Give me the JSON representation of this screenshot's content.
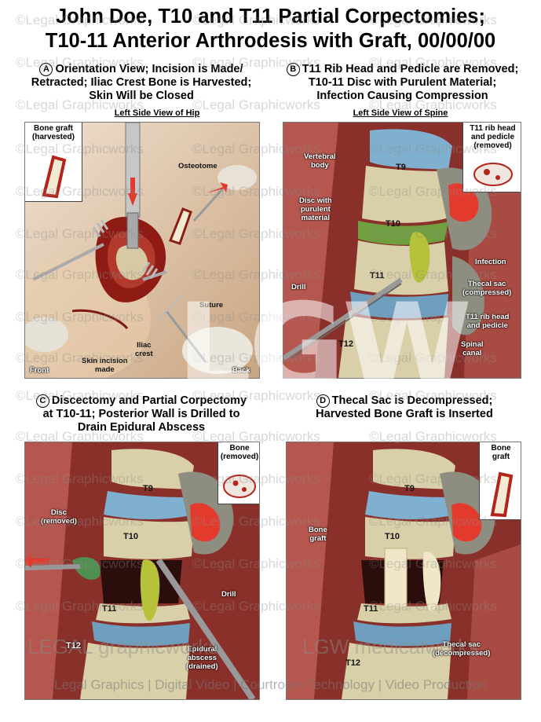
{
  "title": {
    "line1": "John Doe, T10 and T11 Partial Corpectomies;",
    "line2": "T10-11 Anterior Arthrodesis with Graft, 00/00/00"
  },
  "panels": {
    "a": {
      "letter": "A",
      "heading_lines": [
        "Orientation View; Incision is Made/",
        "Retracted; Iliac Crest Bone is Harvested;",
        "Skin Will be Closed"
      ],
      "subheading": "Left Side View of Hip",
      "inset_label": "Bone graft\n(harvested)",
      "labels": {
        "osteotome": "Osteotome",
        "suture": "Suture",
        "iliac_crest": "Iliac\ncrest",
        "skin_incision": "Skin incision\nmade",
        "front": "Front",
        "back": "Back"
      }
    },
    "b": {
      "letter": "B",
      "heading_lines": [
        "T11 Rib Head and Pedicle are Removed;",
        "T10-11 Disc with Purulent Material;",
        "Infection Causing Compression"
      ],
      "subheading": "Left Side View of Spine",
      "inset_label": "T11 rib head\nand pedicle\n(removed)",
      "labels": {
        "vertebral_body": "Vertebral\nbody",
        "t9": "T9",
        "disc": "Disc with\npurulent\nmaterial",
        "t10": "T10",
        "infection": "Infection",
        "t11": "T11",
        "thecal_sac": "Thecal sac\n(compressed)",
        "drill": "Drill",
        "rib_head": "T11 rib head\nand pedicle",
        "t12": "T12",
        "spinal_canal": "Spinal\ncanal"
      }
    },
    "c": {
      "letter": "C",
      "heading_lines": [
        "Discectomy and Partial Corpectomy",
        "at T10-11; Posterior Wall is Drilled to",
        "Drain Epidural Abscess"
      ],
      "inset_label": "Bone\n(removed)",
      "labels": {
        "t9": "T9",
        "disc": "Disc\n(removed)",
        "t10": "T10",
        "drill": "Drill",
        "t11": "T11",
        "t12": "T12",
        "epidural": "Epidural\nabscess\n(drained)"
      }
    },
    "d": {
      "letter": "D",
      "heading_lines": [
        "Thecal Sac is Decompressed;",
        "Harvested Bone Graft is Inserted"
      ],
      "inset_label": "Bone\ngraft",
      "labels": {
        "t9": "T9",
        "bone_graft": "Bone\ngraft",
        "t10": "T10",
        "t11": "T11",
        "thecal_sac": "Thecal sac\n(decompressed)",
        "t12": "T12"
      }
    }
  },
  "watermark": {
    "text": "©Legal Graphicworks",
    "logo_left": "LEGAL graphicworks",
    "logo_right": "LGW medicalworks",
    "big": "LGW"
  },
  "footer": "Legal Graphics | Digital Video | Courtroom Technology | Video Production",
  "colors": {
    "tissue": "#9c3b35",
    "muscle": "#b5574f",
    "bone": "#d9cfa8",
    "disc": "#6f9fbf",
    "pus": "#a6b43a",
    "blood": "#c0201a",
    "skin": "#d9b58e",
    "arrow": "#e23b2e"
  }
}
